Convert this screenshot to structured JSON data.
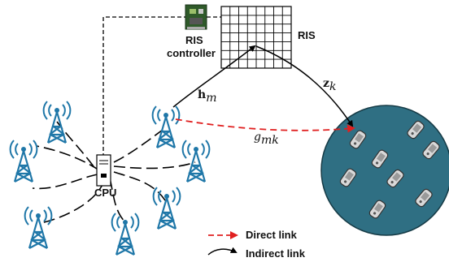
{
  "labels": {
    "ris": "RIS",
    "ris_controller_line1": "RIS",
    "ris_controller_line2": "controller",
    "cpu": "CPU",
    "h_main": "h",
    "h_sub": "m",
    "z_main": "z",
    "z_sub": "k",
    "g_main": "g",
    "g_sub": "mk"
  },
  "legend": {
    "direct": "Direct link",
    "indirect": "Indirect link"
  },
  "colors": {
    "tower": "#1f77a8",
    "direct_link": "#e02020",
    "cell": "#2f6f83",
    "user_device": "#d9d9d9"
  }
}
